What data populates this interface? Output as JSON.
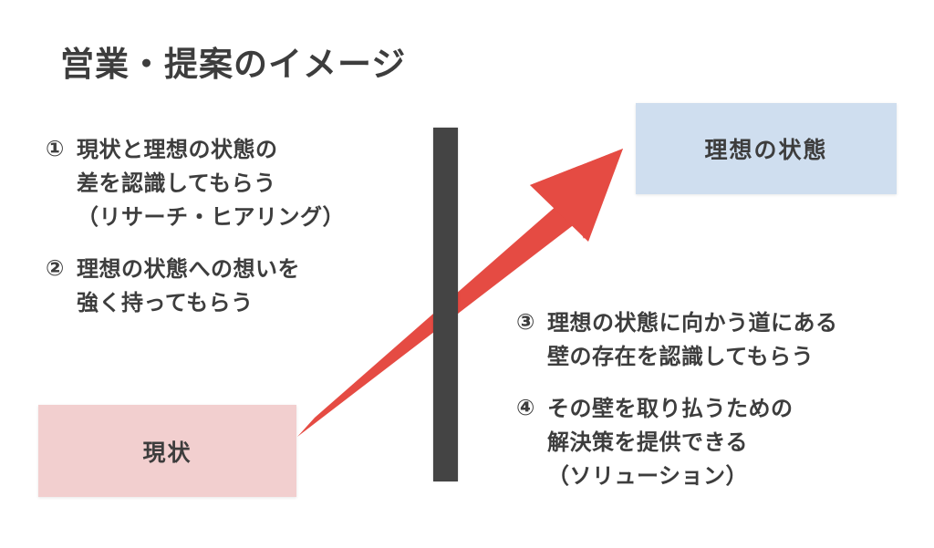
{
  "slide": {
    "title": "営業・提案のイメージ",
    "background_color": "#ffffff",
    "text_color": "#3d3d3d"
  },
  "boxes": {
    "current_state": {
      "label": "現状",
      "color": "#f2cfcf"
    },
    "ideal_state": {
      "label": "理想の状態",
      "color": "#cfdeef"
    }
  },
  "wall": {
    "name": "壁",
    "color": "#444444"
  },
  "arrow": {
    "color": "#e54b43",
    "from": "現状",
    "to": "理想の状態"
  },
  "left_list": [
    {
      "marker": "①",
      "lines": [
        "現状と理想の状態の",
        "差を認識してもらう",
        "（リサーチ・ヒアリング）"
      ]
    },
    {
      "marker": "②",
      "lines": [
        "理想の状態への想いを",
        "強く持ってもらう"
      ]
    }
  ],
  "right_list": [
    {
      "marker": "③",
      "lines": [
        "理想の状態に向かう道にある",
        "壁の存在を認識してもらう"
      ]
    },
    {
      "marker": "④",
      "lines": [
        "その壁を取り払うための",
        "解決策を提供できる",
        "（ソリューション）"
      ]
    }
  ]
}
